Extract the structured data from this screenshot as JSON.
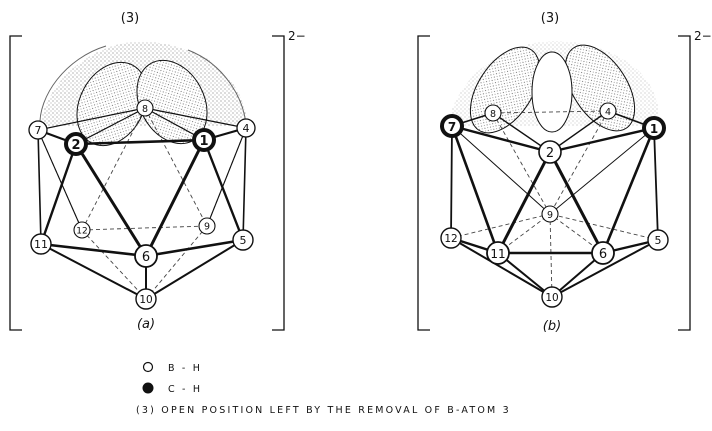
{
  "panels": [
    {
      "id": "a",
      "top_label": "(3)",
      "charge": "2−",
      "caption": "(a)",
      "atoms": [
        {
          "label": "7",
          "type": "B-H"
        },
        {
          "label": "2",
          "type": "C-H"
        },
        {
          "label": "8",
          "type": "B-H"
        },
        {
          "label": "1",
          "type": "C-H"
        },
        {
          "label": "4",
          "type": "B-H"
        },
        {
          "label": "12",
          "type": "B-H"
        },
        {
          "label": "9",
          "type": "B-H"
        },
        {
          "label": "11",
          "type": "B-H"
        },
        {
          "label": "6",
          "type": "B-H"
        },
        {
          "label": "5",
          "type": "B-H"
        },
        {
          "label": "10",
          "type": "B-H"
        }
      ]
    },
    {
      "id": "b",
      "top_label": "(3)",
      "charge": "2−",
      "caption": "(b)",
      "atoms": [
        {
          "label": "7",
          "type": "C-H"
        },
        {
          "label": "8",
          "type": "B-H"
        },
        {
          "label": "4",
          "type": "B-H"
        },
        {
          "label": "1",
          "type": "C-H"
        },
        {
          "label": "2",
          "type": "B-H"
        },
        {
          "label": "9",
          "type": "B-H"
        },
        {
          "label": "12",
          "type": "B-H"
        },
        {
          "label": "11",
          "type": "B-H"
        },
        {
          "label": "6",
          "type": "B-H"
        },
        {
          "label": "5",
          "type": "B-H"
        },
        {
          "label": "10",
          "type": "B-H"
        }
      ]
    }
  ],
  "legend": [
    {
      "symbol": "open-circle",
      "text": "B - H"
    },
    {
      "symbol": "filled-circle",
      "text": "C - H"
    },
    {
      "symbol": "number",
      "text": "(3)  OPEN  POSITION  LEFT  BY  THE  REMOVAL  OF   B-ATOM  3"
    }
  ]
}
